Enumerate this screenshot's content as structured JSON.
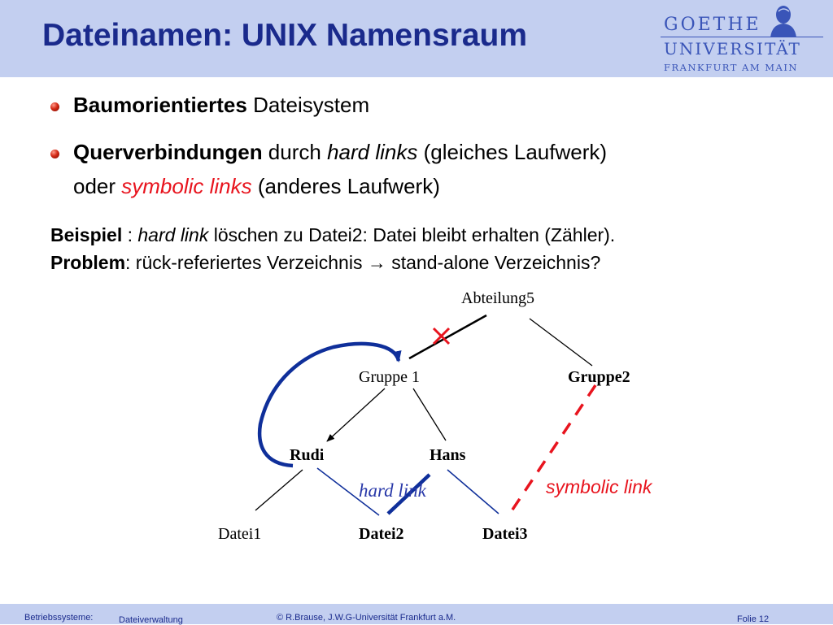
{
  "slide": {
    "title": "Dateinamen: UNIX Namensraum"
  },
  "logo": {
    "line1": "GOETHE",
    "line2": "UNIVERSITÄT",
    "line3": "FRANKFURT AM MAIN"
  },
  "bullets": [
    {
      "bold": "Baumorientiertes",
      "rest": " Dateisystem"
    },
    {
      "bold": "Querverbindungen",
      "t1": " durch ",
      "italic": "hard links",
      "t2": " (gleiches Laufwerk)",
      "line2_prefix": "oder ",
      "line2_red_italic": "symbolic links",
      "line2_rest": " (anderes Laufwerk)"
    }
  ],
  "example": {
    "label": "Beispiel",
    "colon": " : ",
    "italic": "hard link",
    "rest": " löschen zu Datei2: Datei bleibt erhalten (Zähler)."
  },
  "problem": {
    "label": "Problem",
    "rest": ": rück-referiertes Verzeichnis → stand-alone Verzeichnis?"
  },
  "diagram": {
    "root": "Abteilung5",
    "group1": "Gruppe 1",
    "group2": "Gruppe2",
    "rudi": "Rudi",
    "hans": "Hans",
    "datei1": "Datei1",
    "datei2": "Datei2",
    "datei3": "Datei3",
    "hard_link_label": "hard link",
    "symbolic_link_label": "symbolic link",
    "colors": {
      "tree_line": "#000000",
      "hard_link": "#0f2f9a",
      "symbolic_link": "#e8141e",
      "delete_mark": "#e8141e"
    }
  },
  "footer": {
    "course": "Betriebssysteme:",
    "topic": "Dateiverwaltung",
    "copyright": "© R.Brause, J.W.G-Universität Frankfurt a.M.",
    "slide_number": "Folie 12"
  },
  "theme": {
    "title_color": "#1a2a8c",
    "band_color": "#c3cff0",
    "bullet_color": "#d42a16"
  }
}
